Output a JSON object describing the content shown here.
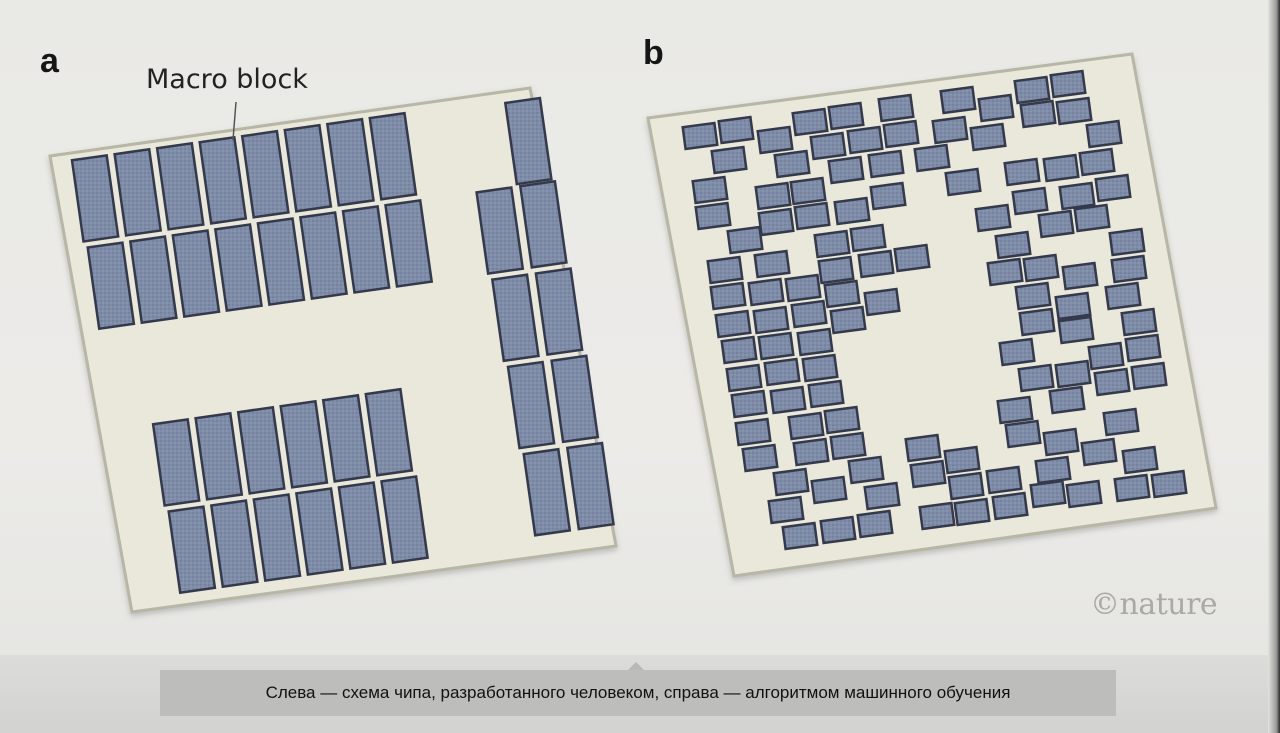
{
  "panel_a": {
    "letter": "a",
    "macro_label": "Macro block"
  },
  "panel_b": {
    "letter": "b"
  },
  "watermark": "©nature",
  "caption": "Слева — схема чипа, разработанного человеком, справа — алгоритмом машинного обучения",
  "colors": {
    "die_fill": "#e9e8da",
    "die_edge": "#b8b6a5",
    "block_fill": "#7d8aa6",
    "block_border": "#34394b"
  }
}
